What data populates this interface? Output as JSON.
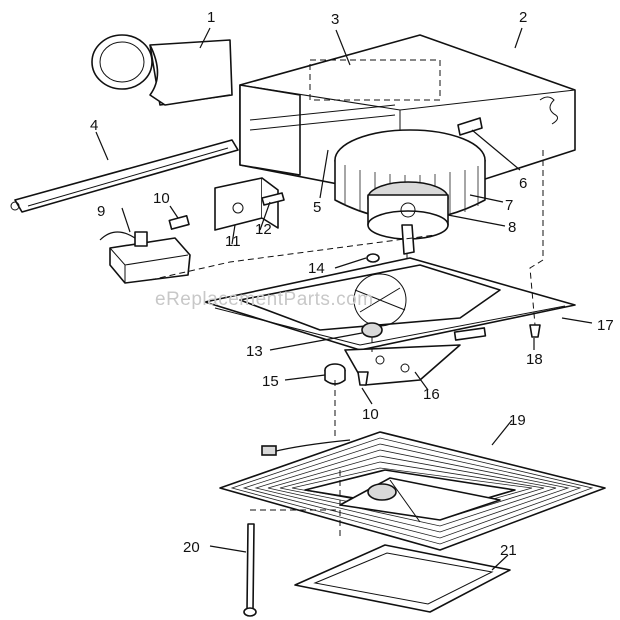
{
  "watermark": "eReplacementParts.com",
  "callouts": {
    "c1": "1",
    "c2": "2",
    "c3": "3",
    "c4": "4",
    "c5": "5",
    "c6": "6",
    "c7": "7",
    "c8": "8",
    "c9": "9",
    "c10a": "10",
    "c10b": "10",
    "c11": "11",
    "c12": "12",
    "c13": "13",
    "c14": "14",
    "c15": "15",
    "c16": "16",
    "c17": "17",
    "c18": "18",
    "c19": "19",
    "c20": "20",
    "c21": "21"
  }
}
